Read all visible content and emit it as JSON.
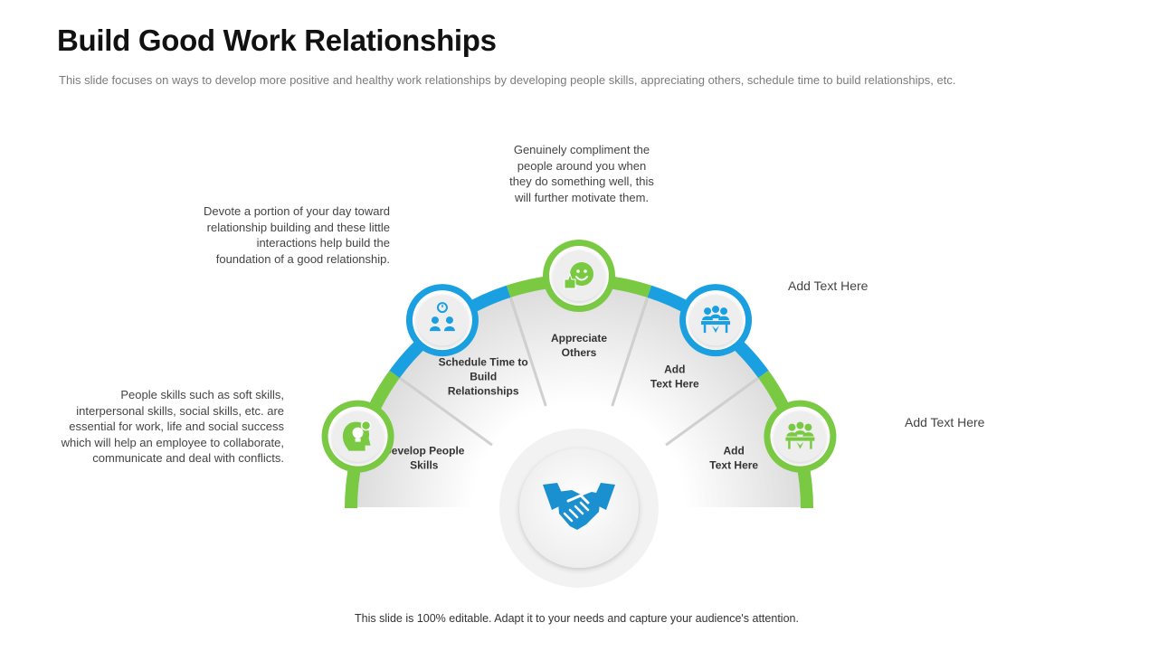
{
  "title": "Build Good Work Relationships",
  "subtitle": "This slide focuses on ways to develop more positive and healthy work relationships by developing people skills, appreciating others, schedule time to build relationships, etc.",
  "colors": {
    "green": "#7ac943",
    "blue": "#1aa0e0",
    "icon_blue": "#1a90d0"
  },
  "segments": [
    {
      "lines": [
        "Develop People",
        "Skills"
      ],
      "icon": "brain-lightbulb-gear-icon",
      "ring_color": "green",
      "description": [
        "People skills such as soft skills,",
        "interpersonal skills, social skills, etc. are",
        "essential for work, life and social success",
        "which will help an employee to collaborate,",
        "communicate and deal with conflicts."
      ]
    },
    {
      "lines": [
        "Schedule Time to",
        "Build",
        "Relationships"
      ],
      "icon": "people-meeting-stopwatch-icon",
      "ring_color": "blue",
      "description": [
        "Devote a portion of your day toward",
        "relationship building and these little",
        "interactions help build the",
        "foundation of a good relationship."
      ]
    },
    {
      "lines": [
        "Appreciate",
        "Others"
      ],
      "icon": "smile-face-thumbs-up-icon",
      "ring_color": "green",
      "description": [
        "Genuinely compliment the",
        "people around you when",
        "they do something well, this",
        "will further motivate them."
      ]
    },
    {
      "lines": [
        "Add",
        "Text Here"
      ],
      "icon": "team-table-meeting-icon",
      "ring_color": "blue",
      "description": [
        "Add Text Here"
      ]
    },
    {
      "lines": [
        "Add",
        "Text Here"
      ],
      "icon": "team-table-meeting-icon",
      "ring_color": "green",
      "description": [
        "Add Text Here"
      ]
    }
  ],
  "center_icon": "handshake-icon",
  "footer": "This slide is 100% editable. Adapt it to your needs and capture your audience's attention."
}
